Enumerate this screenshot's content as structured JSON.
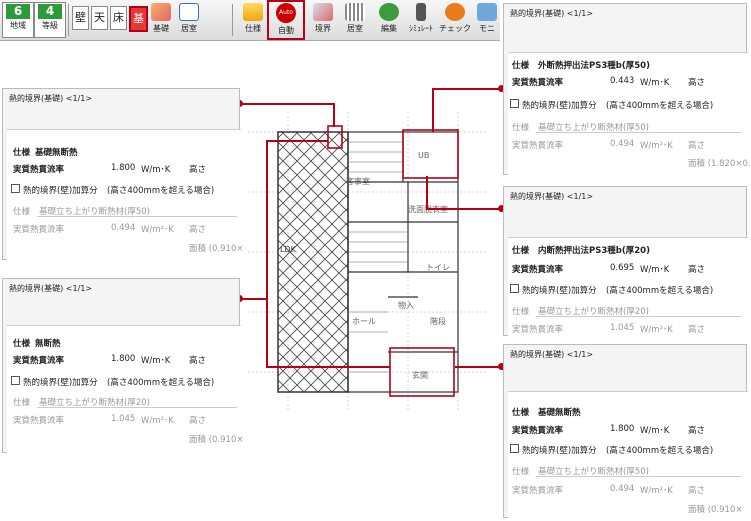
{
  "toolbar": {
    "region": {
      "num": "6",
      "label": "地域"
    },
    "grade": {
      "num": "4",
      "label": "等級"
    },
    "keys": [
      "壁",
      "天",
      "床",
      "基"
    ],
    "kiso": "基礎",
    "kyoshitsu": "居室",
    "shiyo": "仕様",
    "auto_icon": "Auto",
    "auto": "自動",
    "kyokai": "境界",
    "kyoshitsu2": "居室",
    "henshu": "編集",
    "simulate": "ｼﾐｭﾚｰﾄ",
    "check": "チェック",
    "monitor": "モニ"
  },
  "plan": {
    "ub": "UB",
    "kyakujishitsu": "客事室",
    "senmen": "洗面脱衣室",
    "toilet": "トイレ",
    "monoire": "物入",
    "hall": "ホール",
    "kaidan": "階段",
    "genkan": "玄関",
    "ldk": "LDK"
  },
  "panel1": {
    "title": "熱的境界(基礎) <1/1>",
    "shiyo_label": "仕様",
    "shiyo": "基礎無断熱",
    "rate_label": "実質熱貫流率",
    "rate": "1.800",
    "unit": "W/m･K",
    "height": "高さ",
    "check_label": "熱的境界(壁)加算分",
    "check_note": "(高さ400mmを超える場合)",
    "sub_shiyo_label": "仕様",
    "sub_shiyo": "基礎立ち上がり断熱材(厚50)",
    "sub_rate_label": "実質熱貫流率",
    "sub_rate": "0.494",
    "sub_unit": "W/m²･K",
    "sub_height": "高さ",
    "area": "面積 (0.910×"
  },
  "panel2": {
    "title": "熱的境界(基礎) <1/1>",
    "shiyo_label": "仕様",
    "shiyo": "無断熱",
    "rate_label": "実質熱貫流率",
    "rate": "1.800",
    "unit": "W/m･K",
    "height": "高さ",
    "check_label": "熱的境界(壁)加算分",
    "check_note": "(高さ400mmを超える場合)",
    "sub_shiyo_label": "仕様",
    "sub_shiyo": "基礎立ち上がり断熱材(厚20)",
    "sub_rate_label": "実質熱貫流率",
    "sub_rate": "1.045",
    "sub_unit": "W/m²･K",
    "sub_height": "高さ",
    "area": "面積 (0.910×"
  },
  "panel3": {
    "title": "熱的境界(基礎) <1/1>",
    "shiyo_label": "仕様",
    "shiyo": "外断熱押出法PS3種b(厚50)",
    "rate_label": "実質熱貫流率",
    "rate": "0.443",
    "unit": "W/m･K",
    "height": "高さ",
    "check_label": "熱的境界(壁)加算分",
    "check_note": "(高さ400mmを超える場合)",
    "sub_shiyo_label": "仕様",
    "sub_shiyo": "基礎立ち上がり断熱材(厚50)",
    "sub_rate_label": "実質熱貫流率",
    "sub_rate": "0.494",
    "sub_unit": "W/m²･K",
    "sub_height": "高さ",
    "area": "面積 (1.820×0."
  },
  "panel4": {
    "title": "熱的境界(基礎) <1/1>",
    "shiyo_label": "仕様",
    "shiyo": "内断熱押出法PS3種b(厚20)",
    "rate_label": "実質熱貫流率",
    "rate": "0.695",
    "unit": "W/m･K",
    "height": "高さ",
    "check_label": "熱的境界(壁)加算分",
    "check_note": "(高さ400mmを超える場合)",
    "sub_shiyo_label": "仕様",
    "sub_shiyo": "基礎立ち上がり断熱材(厚20)",
    "sub_rate_label": "実質熱貫流率",
    "sub_rate": "1.045",
    "sub_unit": "W/m²･K",
    "sub_height": "高さ",
    "area": ""
  },
  "panel5": {
    "title": "熱的境界(基礎) <1/1>",
    "shiyo_label": "仕様",
    "shiyo": "基礎無断熱",
    "rate_label": "実質熱貫流率",
    "rate": "1.800",
    "unit": "W/m･K",
    "height": "高さ",
    "check_label": "熱的境界(壁)加算分",
    "check_note": "(高さ400mmを超える場合)",
    "sub_shiyo_label": "仕様",
    "sub_shiyo": "基礎立ち上がり断熱材(厚50)",
    "sub_rate_label": "実質熱貫流率",
    "sub_rate": "0.494",
    "sub_unit": "W/m²･K",
    "sub_height": "高さ",
    "area": "面積 (0.910×"
  }
}
